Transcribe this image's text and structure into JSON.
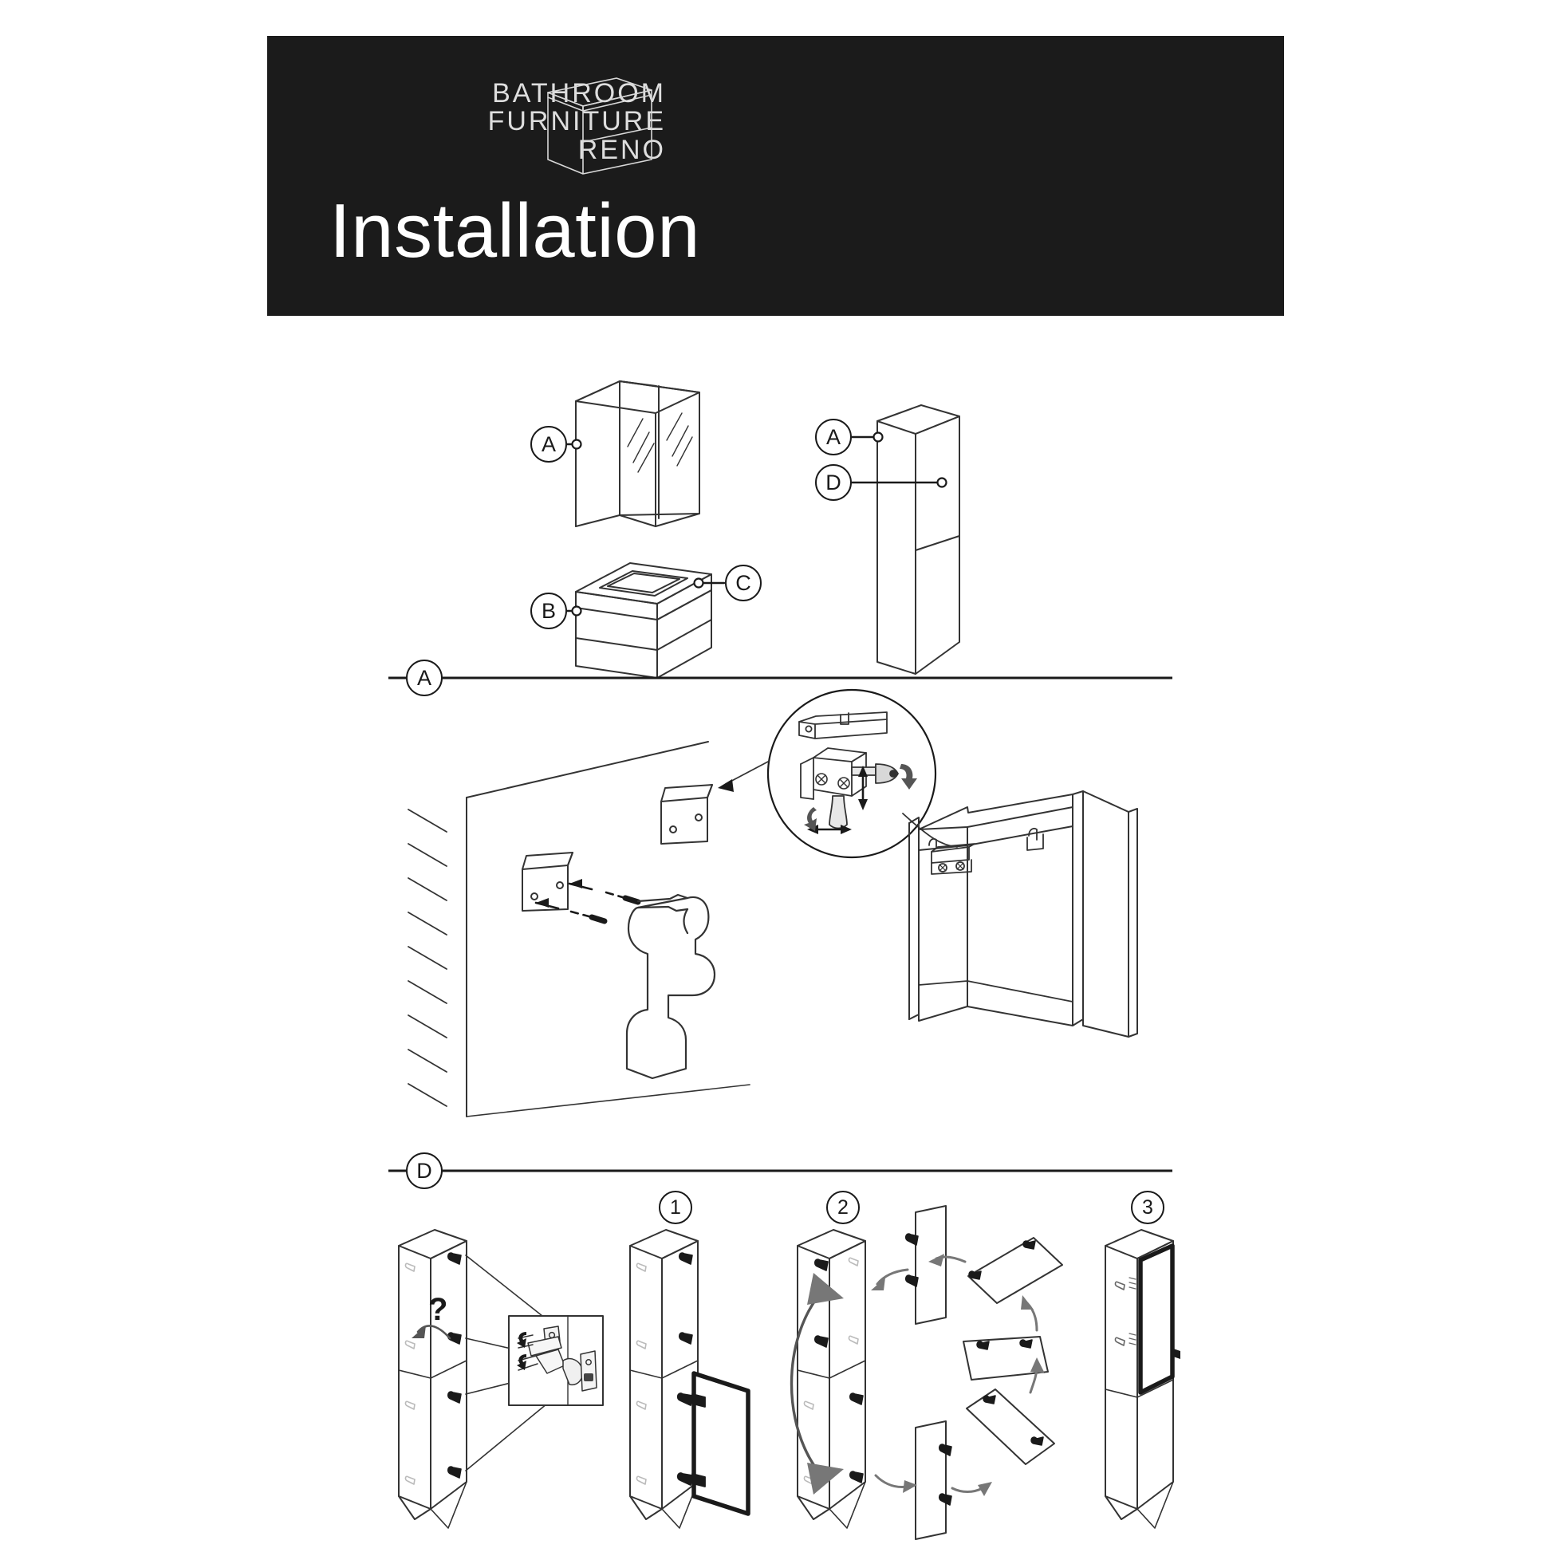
{
  "document": {
    "type": "furniture-installation-manual",
    "page_background": "#ffffff",
    "ink_color": "#1a1a1a",
    "header_background": "#1b1b1b",
    "header_text_color": "#ffffff"
  },
  "header": {
    "brand": {
      "line1": "BATHROOM",
      "line2": "FURNITURE",
      "line3": "RENO",
      "logo_icon": "cabinet-outline-icon"
    },
    "title": "Installation"
  },
  "parts_overview": {
    "callouts": [
      {
        "id": "A",
        "label": "A",
        "part": "mirror-wall-cabinet"
      },
      {
        "id": "B",
        "label": "B",
        "part": "vanity-unit"
      },
      {
        "id": "C",
        "label": "C",
        "part": "basin-countertop"
      },
      {
        "id": "D",
        "label": "D",
        "part": "tall-column-cabinet"
      }
    ],
    "column_cabinet_callouts": [
      {
        "id": "A",
        "label": "A",
        "target": "column-carcass"
      },
      {
        "id": "D",
        "label": "D",
        "target": "column-door"
      }
    ]
  },
  "section_a": {
    "marker": "A",
    "title_icon": "wall-mounting-section",
    "elements": [
      "wall-with-hatching",
      "wall-bracket-left",
      "wall-bracket-right",
      "screw-left",
      "screw-right",
      "cordless-drill",
      "detail-circle-hanger",
      "cabinet-carcass-with-hangers"
    ],
    "detail_circle": {
      "name": "hanger-adjustment-detail",
      "arrows": [
        "vertical-adjust-arrow",
        "horizontal-adjust-arrow",
        "rotate-arrow-right",
        "rotate-arrow-left"
      ],
      "components": [
        "wall-rail",
        "hanger-body",
        "adjust-screw-horizontal",
        "adjust-screw-vertical"
      ]
    }
  },
  "section_d": {
    "marker": "D",
    "hinge_choice": {
      "question_mark": "?",
      "name": "hinge-side-choice",
      "hinge_positions": 4,
      "detail_box": "concealed-hinge-detail"
    },
    "steps": [
      {
        "number": "1",
        "label": "1",
        "name": "attach-door-step",
        "description": "attach door to hinges"
      },
      {
        "number": "2",
        "label": "2",
        "name": "swap-doors-step",
        "description": "swap upper and lower doors"
      },
      {
        "number": "3",
        "label": "3",
        "name": "final-door-step",
        "description": "door mounted on opposite side"
      }
    ],
    "rotation_sequence": {
      "name": "door-rotation-sequence",
      "panel_count": 6,
      "arrow_count": 6
    }
  }
}
